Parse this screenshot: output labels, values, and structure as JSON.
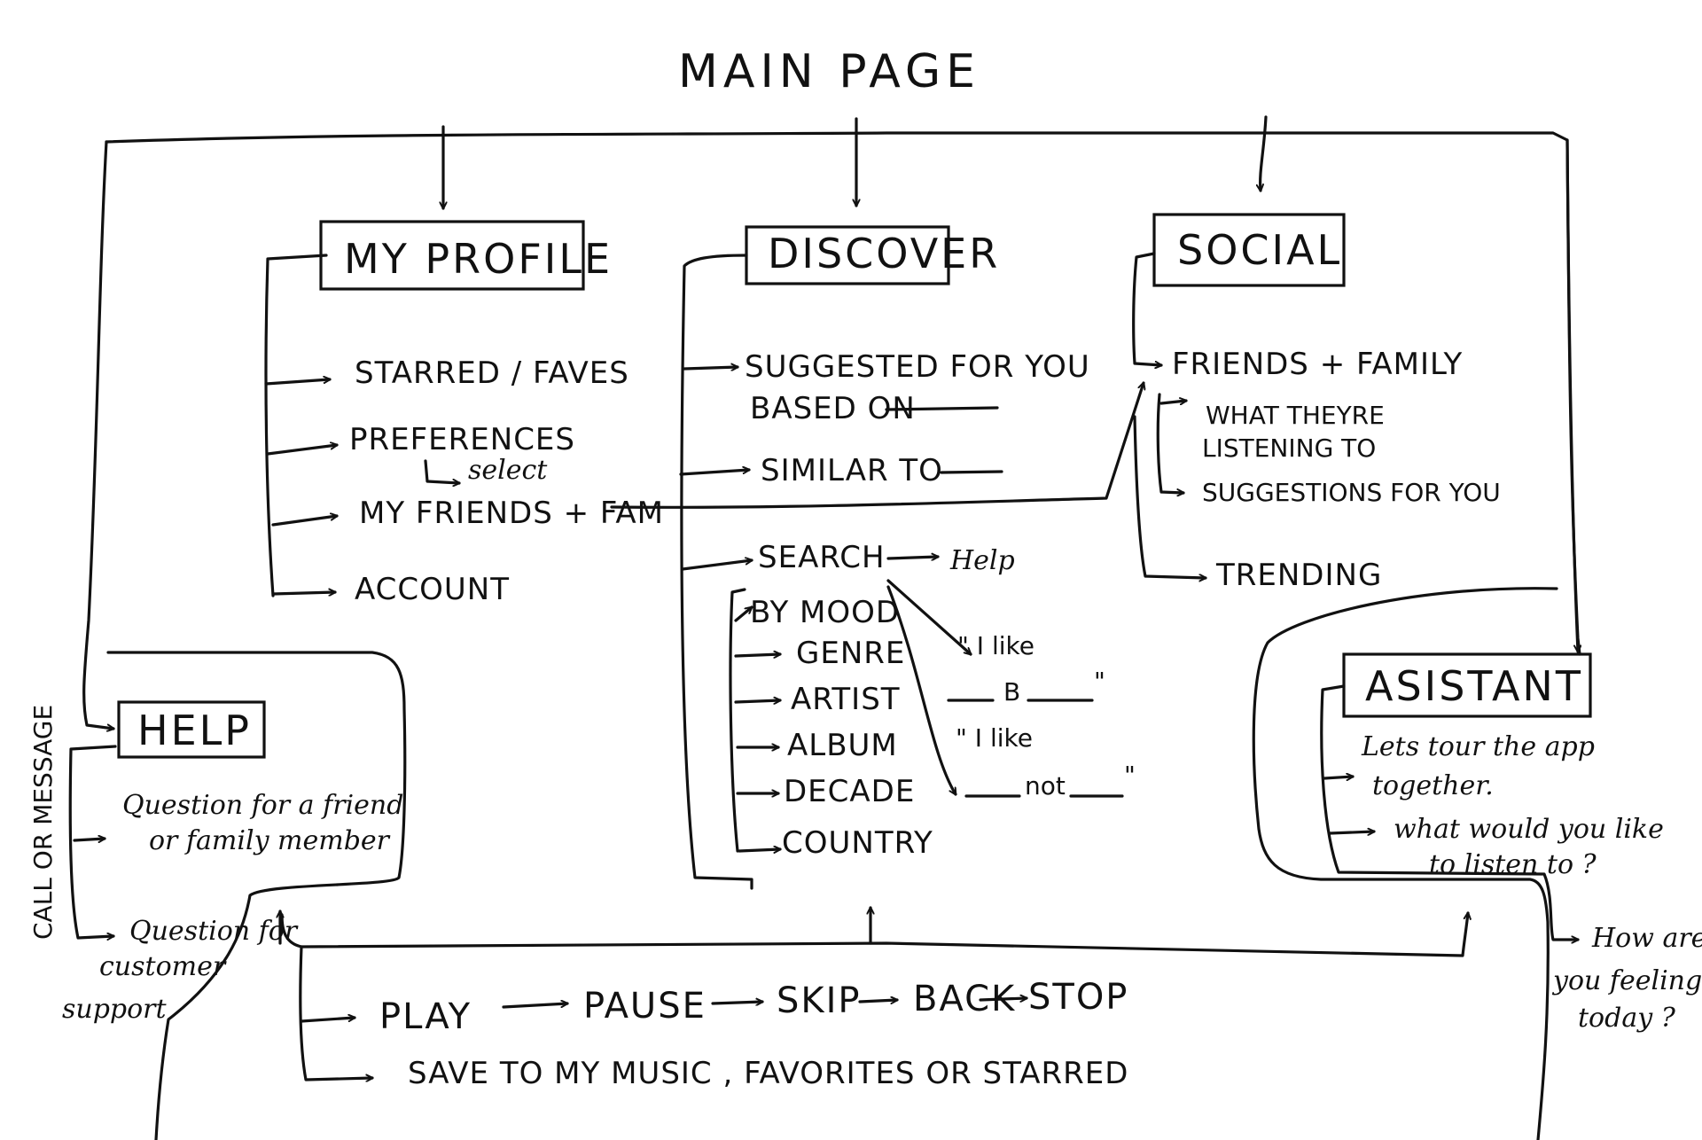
{
  "title": "MAIN PAGE",
  "boxes": {
    "my_profile": "MY PROFILE",
    "discover": "DISCOVER",
    "social": "SOCIAL",
    "help": "HELP",
    "assistant": "ASISTANT"
  },
  "profile": {
    "starred": "STARRED / FAVES",
    "preferences": "PREFERENCES",
    "select": "select",
    "friends_fam": "MY FRIENDS + FAM",
    "account": "ACCOUNT"
  },
  "discover": {
    "suggested": "SUGGESTED FOR YOU",
    "based_on": "BASED ON",
    "similar_to": "SIMILAR TO",
    "search": "SEARCH",
    "search_help": "Help",
    "by_mood": "BY MOOD",
    "genre": "GENRE",
    "artist": "ARTIST",
    "album": "ALBUM",
    "decade": "DECADE",
    "country": "COUNTRY",
    "i_like": "\" I like",
    "b": "B",
    "quote_end": "\"",
    "i_like_2": "\" I like",
    "not": "not",
    "quote_end_2": "\""
  },
  "social": {
    "friends_family": "FRIENDS + FAMILY",
    "what_theyre": "WHAT THEYRE",
    "listening_to": "LISTENING TO",
    "suggestions": "SUGGESTIONS FOR YOU",
    "trending": "TRENDING"
  },
  "help": {
    "side_label": "CALL OR MESSAGE",
    "q_friend_1": "Question for a friend",
    "q_friend_2": "or family member",
    "q_cust_1": "Question for",
    "q_cust_2": "customer",
    "q_cust_3": "support"
  },
  "assistant": {
    "tour_1": "Lets tour the app",
    "tour_2": "together.",
    "listen_1": "what would you like",
    "listen_2": "to listen to ?",
    "feel_1": "How are",
    "feel_2": "you feeling",
    "feel_3": "today ?"
  },
  "controls": {
    "play": "PLAY",
    "pause": "PAUSE",
    "skip": "SKIP",
    "back": "BACK",
    "stop": "STOP",
    "save": "SAVE TO MY MUSIC , FAVORITES OR STARRED"
  }
}
